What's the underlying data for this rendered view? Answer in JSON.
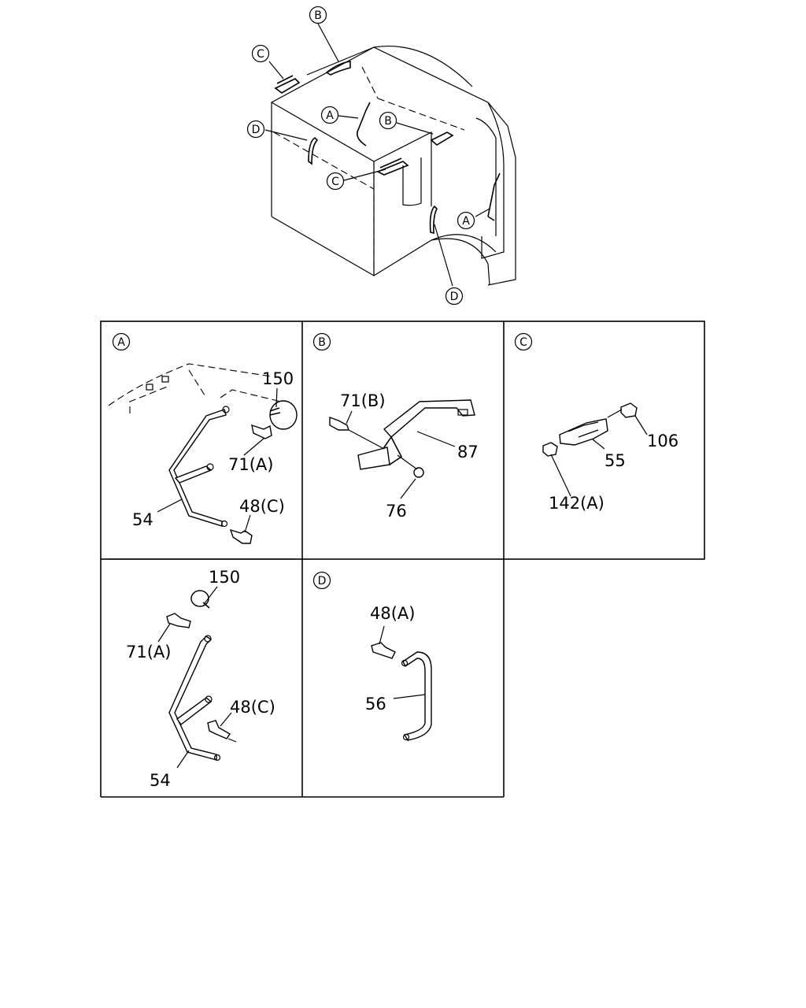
{
  "overview": {
    "callouts": [
      "B",
      "C",
      "A",
      "B",
      "D",
      "C",
      "A",
      "D"
    ]
  },
  "panels": {
    "a": {
      "tag": "A",
      "labels": {
        "p150": "150",
        "p71": "71(A)",
        "p48": "48(C)",
        "p54": "54"
      }
    },
    "b": {
      "tag": "B",
      "labels": {
        "p71": "71(B)",
        "p87": "87",
        "p76": "76"
      }
    },
    "c": {
      "tag": "C",
      "labels": {
        "p106": "106",
        "p55": "55",
        "p142": "142(A)"
      }
    },
    "a2": {
      "labels": {
        "p150": "150",
        "p71": "71(A)",
        "p48": "48(C)",
        "p54": "54"
      }
    },
    "d": {
      "tag": "D",
      "labels": {
        "p48": "48(A)",
        "p56": "56"
      }
    }
  }
}
